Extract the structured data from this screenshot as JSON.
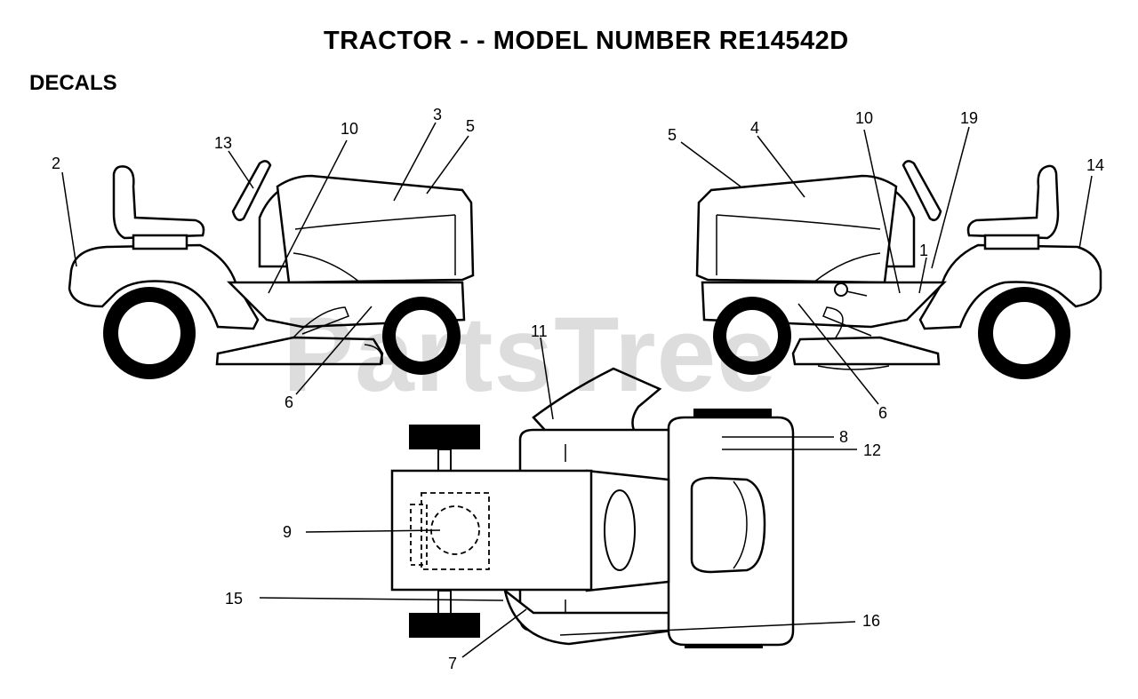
{
  "title": "TRACTOR - - MODEL NUMBER RE14542D",
  "subtitle": "DECALS",
  "watermark": "PartsTree",
  "callouts": [
    "2",
    "13",
    "10",
    "3",
    "5",
    "6",
    "5",
    "4",
    "10",
    "19",
    "14",
    "1",
    "6",
    "11",
    "8",
    "12",
    "9",
    "15",
    "16",
    "7"
  ]
}
